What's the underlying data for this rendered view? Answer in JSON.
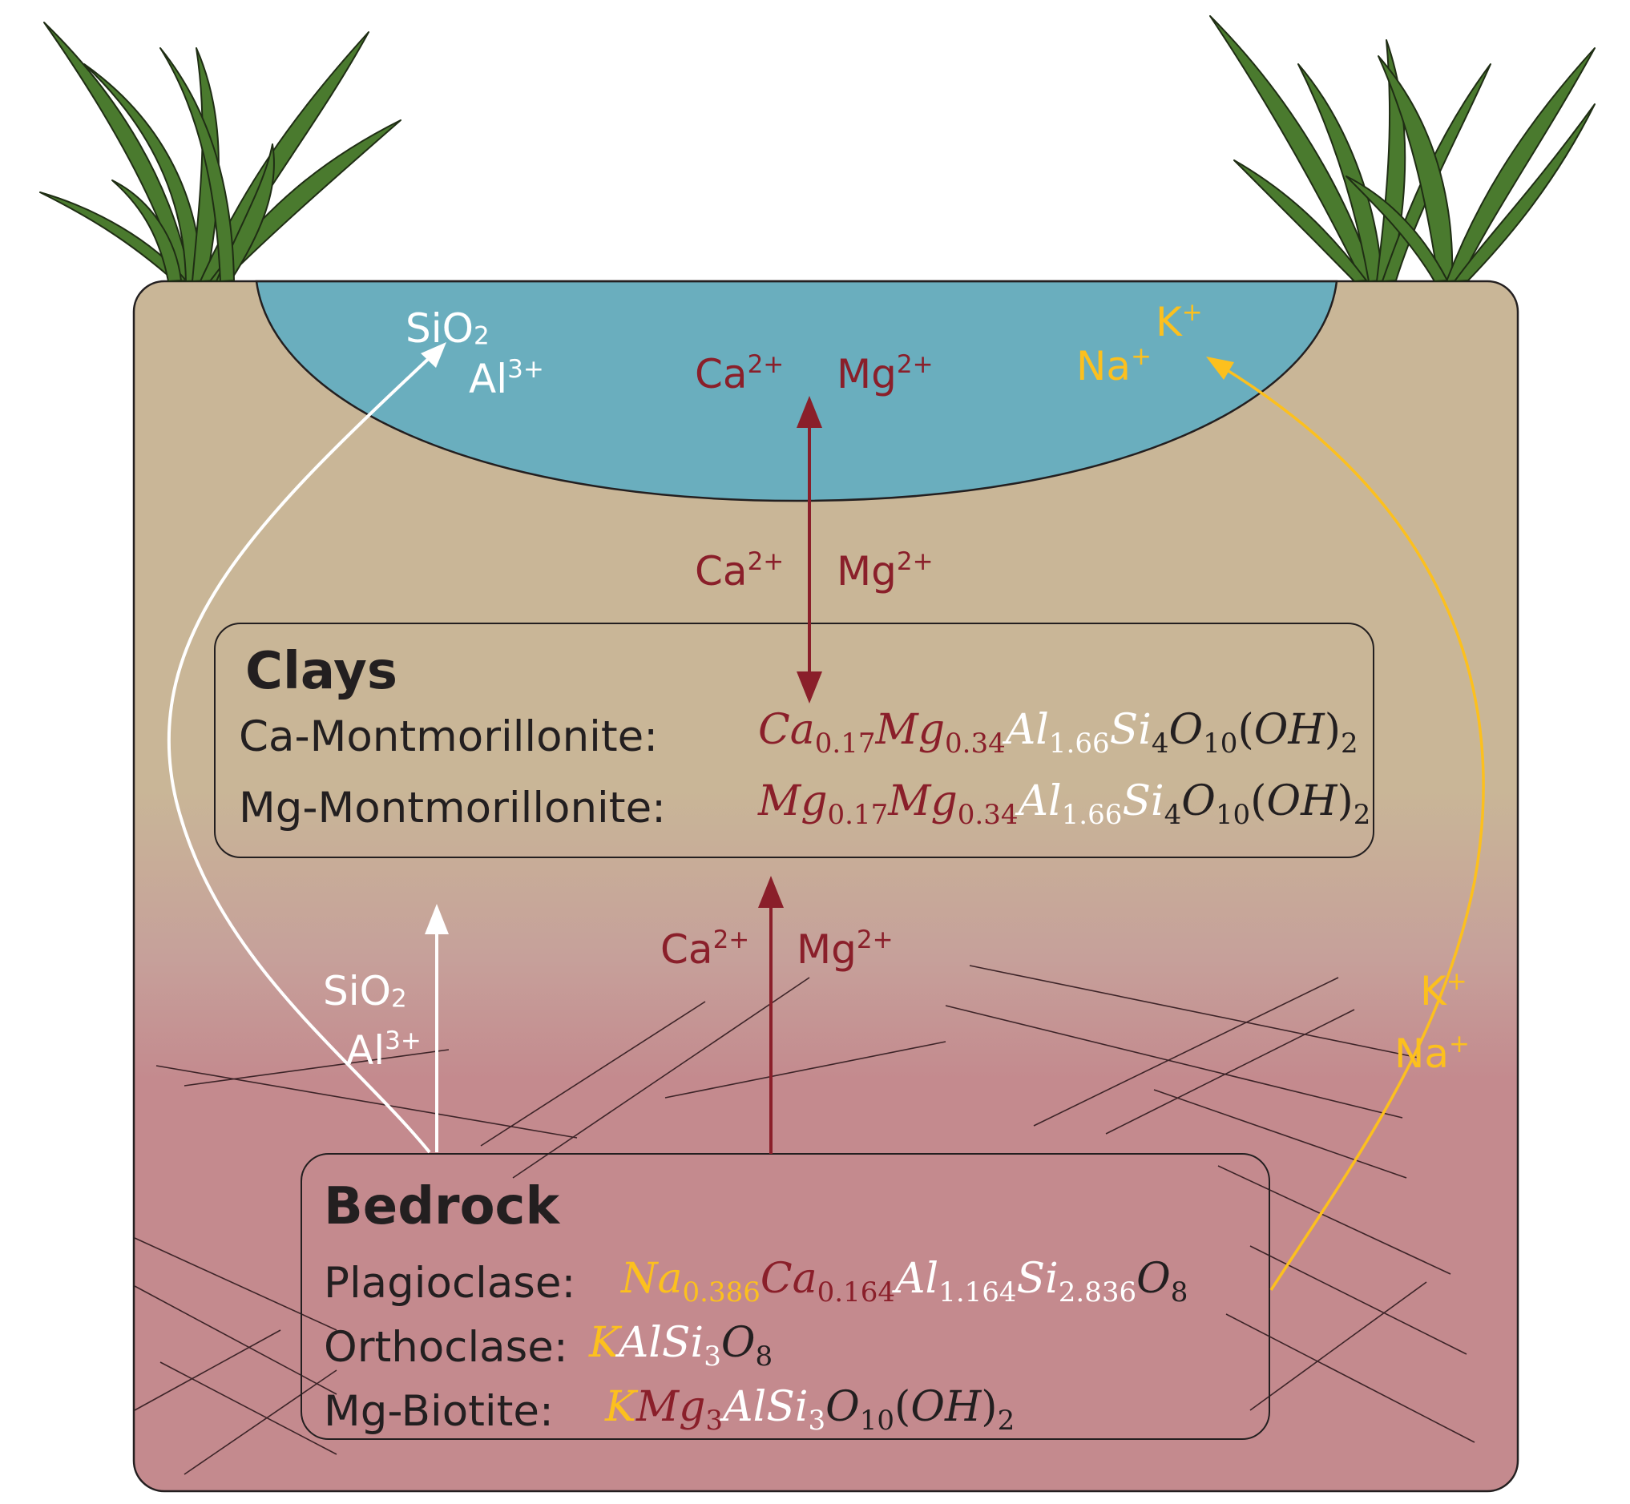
{
  "colors": {
    "soil_top": "#c9b697",
    "bedrock": "#c48a8e",
    "water": "#6aaebe",
    "outline": "#231f20",
    "cation_red": "#8a1f2a",
    "white_ion": "#ffffff",
    "yellow_ion": "#fcc01e",
    "grass": "#4a7a2e"
  },
  "icons": [
    "grass-tuft-left-icon",
    "grass-tuft-right-icon"
  ],
  "water": {
    "silica": "SiO",
    "silica_sub": "2",
    "aluminium": "Al",
    "aluminium_charge": "3+",
    "calcium": "Ca",
    "calcium_charge": "2+",
    "magnesium": "Mg",
    "magnesium_charge": "2+",
    "potassium": "K",
    "potassium_charge": "+",
    "sodium": "Na",
    "sodium_charge": "+"
  },
  "middle_exchange": {
    "calcium": "Ca",
    "calcium_charge": "2+",
    "magnesium": "Mg",
    "magnesium_charge": "2+"
  },
  "clays": {
    "title": "Clays",
    "rows": [
      {
        "label": "Ca-Montmorillonite:",
        "formula": [
          {
            "t": "Ca",
            "c": "red"
          },
          {
            "s": "0.17",
            "c": "red"
          },
          {
            "t": "Mg",
            "c": "red"
          },
          {
            "s": "0.34",
            "c": "red"
          },
          {
            "t": "Al",
            "c": "white"
          },
          {
            "s": "1.66",
            "c": "white"
          },
          {
            "t": "Si",
            "c": "white"
          },
          {
            "s": "4",
            "c": "dark"
          },
          {
            "t": "O",
            "c": "dark"
          },
          {
            "s": "10",
            "c": "dark"
          },
          {
            "t": "(",
            "c": "dark",
            "up": true
          },
          {
            "t": "OH",
            "c": "dark"
          },
          {
            "t": ")",
            "c": "dark",
            "up": true
          },
          {
            "s": "2",
            "c": "dark"
          }
        ]
      },
      {
        "label": "Mg-Montmorillonite:",
        "formula": [
          {
            "t": "Mg",
            "c": "red"
          },
          {
            "s": "0.17",
            "c": "red"
          },
          {
            "t": "Mg",
            "c": "red"
          },
          {
            "s": "0.34",
            "c": "red"
          },
          {
            "t": "Al",
            "c": "white"
          },
          {
            "s": "1.66",
            "c": "white"
          },
          {
            "t": "Si",
            "c": "white"
          },
          {
            "s": "4",
            "c": "dark"
          },
          {
            "t": "O",
            "c": "dark"
          },
          {
            "s": "10",
            "c": "dark"
          },
          {
            "t": "(",
            "c": "dark",
            "up": true
          },
          {
            "t": "OH",
            "c": "dark"
          },
          {
            "t": ")",
            "c": "dark",
            "up": true
          },
          {
            "s": "2",
            "c": "dark"
          }
        ]
      }
    ]
  },
  "lower_flux": {
    "silica": "SiO",
    "silica_sub": "2",
    "aluminium": "Al",
    "aluminium_charge": "3+",
    "calcium": "Ca",
    "calcium_charge": "2+",
    "magnesium": "Mg",
    "magnesium_charge": "2+",
    "potassium": "K",
    "potassium_charge": "+",
    "sodium": "Na",
    "sodium_charge": "+"
  },
  "bedrock": {
    "title": "Bedrock",
    "rows": [
      {
        "label": "Plagioclase:",
        "formula": [
          {
            "t": "Na",
            "c": "yellow"
          },
          {
            "s": "0.386",
            "c": "yellow"
          },
          {
            "t": "Ca",
            "c": "red"
          },
          {
            "s": "0.164",
            "c": "red"
          },
          {
            "t": "Al",
            "c": "white"
          },
          {
            "s": "1.164",
            "c": "white"
          },
          {
            "t": "Si",
            "c": "white"
          },
          {
            "s": "2.836",
            "c": "white"
          },
          {
            "t": "O",
            "c": "dark"
          },
          {
            "s": "8",
            "c": "dark"
          }
        ]
      },
      {
        "label": "Orthoclase:",
        "formula": [
          {
            "t": "K",
            "c": "yellow"
          },
          {
            "t": "AlSi",
            "c": "white"
          },
          {
            "s": "3",
            "c": "white"
          },
          {
            "t": "O",
            "c": "dark"
          },
          {
            "s": "8",
            "c": "dark"
          }
        ]
      },
      {
        "label": "Mg-Biotite:",
        "formula": [
          {
            "t": "K",
            "c": "yellow"
          },
          {
            "t": "Mg",
            "c": "red"
          },
          {
            "s": "3",
            "c": "red"
          },
          {
            "t": "AlSi",
            "c": "white"
          },
          {
            "s": "3",
            "c": "white"
          },
          {
            "t": "O",
            "c": "dark"
          },
          {
            "s": "10",
            "c": "dark"
          },
          {
            "t": "(",
            "c": "dark",
            "up": true
          },
          {
            "t": "OH",
            "c": "dark"
          },
          {
            "t": ")",
            "c": "dark",
            "up": true
          },
          {
            "s": "2",
            "c": "dark"
          }
        ]
      }
    ]
  }
}
